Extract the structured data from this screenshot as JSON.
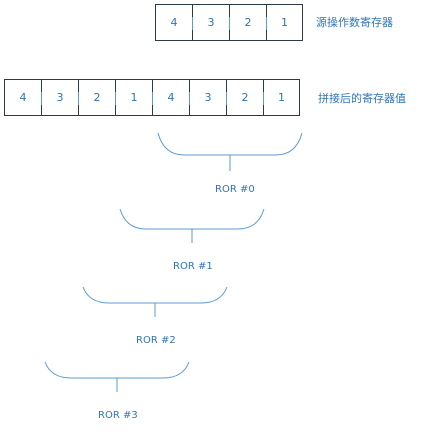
{
  "source_register": {
    "cells": [
      "4",
      "3",
      "2",
      "1"
    ],
    "label": "源操作数寄存器"
  },
  "concatenated_register": {
    "cells": [
      "4",
      "3",
      "2",
      "1",
      "4",
      "3",
      "2",
      "1"
    ],
    "label": "拼接后的寄存器值"
  },
  "steps": [
    {
      "label": "ROR #0"
    },
    {
      "label": "ROR #1"
    },
    {
      "label": "ROR #2"
    },
    {
      "label": "ROR #3"
    }
  ],
  "colors": {
    "text": "#2f75b5",
    "border": "#2e3b47",
    "brace": "#5b9bd5"
  }
}
